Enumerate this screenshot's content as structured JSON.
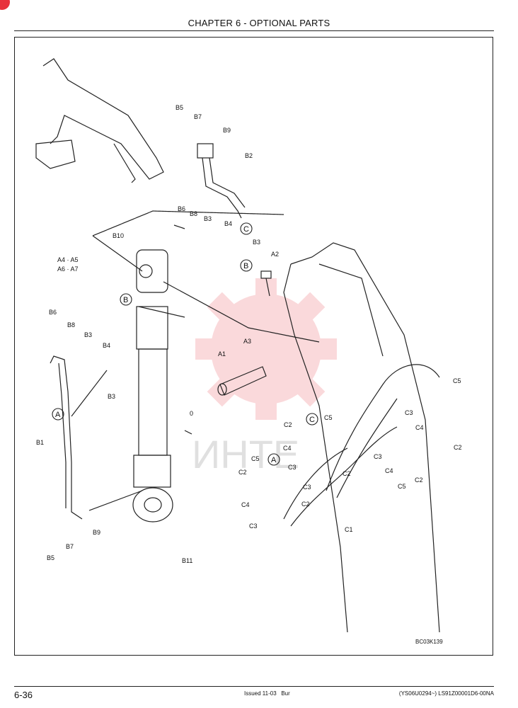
{
  "header": {
    "title": "CHAPTER 6 - OPTIONAL PARTS"
  },
  "footer": {
    "page_number": "6-36",
    "issue": "Issued 11-03",
    "issue_suffix": "Bur",
    "doc_code": "(YS06U0294~)   LS91Z00001D6-00NA"
  },
  "watermark": {
    "text": "ИНТЕ",
    "color": "#e8323c"
  },
  "figure": {
    "id": "BC03K139",
    "labels": {
      "b5_top": "B5",
      "b7_top": "B7",
      "b9_top": "B9",
      "b2": "B2",
      "b6_top": "B6",
      "b8_top": "B8",
      "b3_top": "B3",
      "b4_top": "B4",
      "b3_top2": "B3",
      "b10": "B10",
      "a4a5": "A4 · A5",
      "a6a7": "A6 · A7",
      "a2": "A2",
      "a3": "A3",
      "a1": "A1",
      "zero": "0",
      "b6_left": "B6",
      "b8_left": "B8",
      "b3_left": "B3",
      "b4_left": "B4",
      "b3_left2": "B3",
      "b1": "B1",
      "b5_bot": "B5",
      "b7_bot": "B7",
      "b9_bot": "B9",
      "b11": "B11",
      "c5_r": "C5",
      "c3_r": "C3",
      "c4_r": "C4",
      "c2_r": "C2",
      "c2_mid": "C2",
      "c5_mid": "C5",
      "c4_mid": "C4",
      "c3_mid": "C3",
      "c3_mid2": "C3",
      "c4_mid2": "C4",
      "c5_mid2": "C5",
      "c2_mid2": "C2",
      "c5_low": "C5",
      "c2_low": "C2",
      "c3_low": "C3",
      "c2_low2": "C2",
      "c2_low3": "C2",
      "c4_low": "C4",
      "c3_low2": "C3",
      "c1": "C1"
    },
    "callouts": {
      "a": "A",
      "b": "B",
      "c": "C"
    }
  },
  "colors": {
    "line": "#222222",
    "badge": "#e8323c"
  }
}
